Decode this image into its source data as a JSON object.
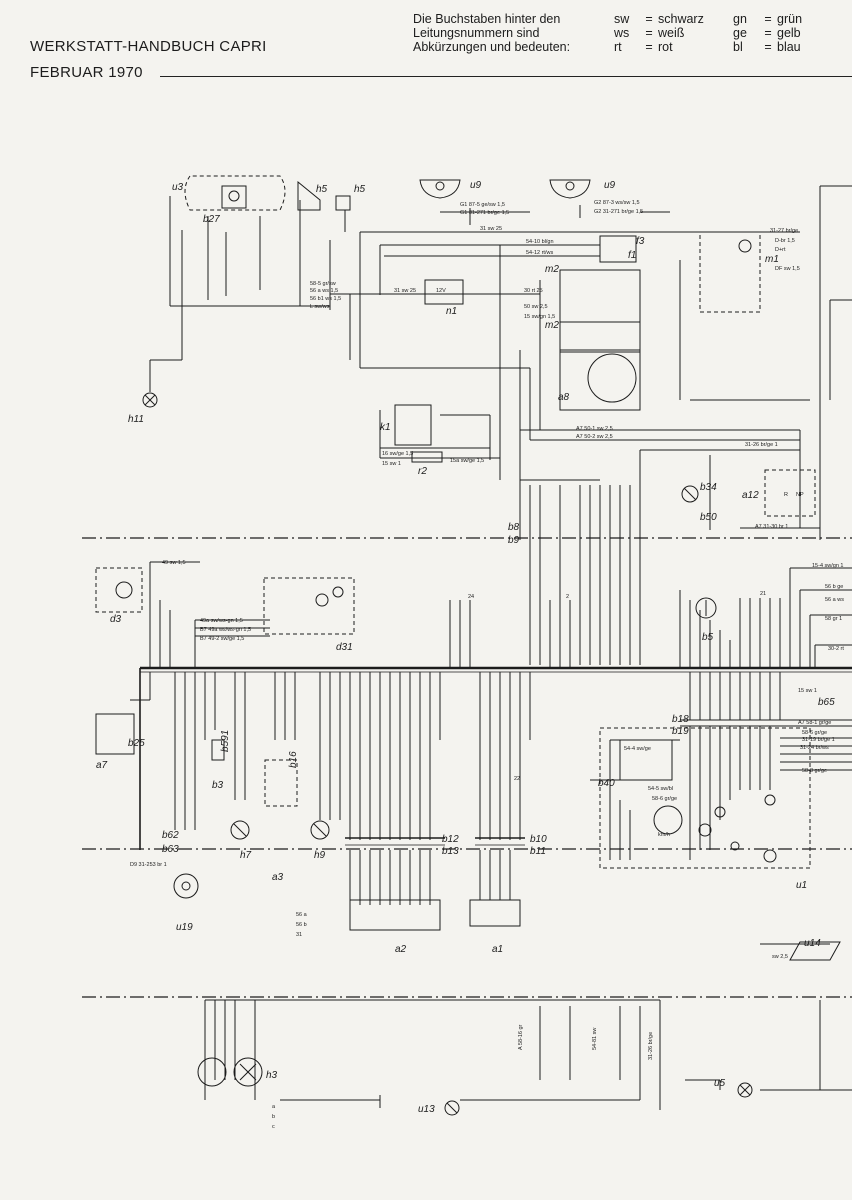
{
  "header": {
    "title": "WERKSTATT-HANDBUCH CAPRI",
    "date": "FEBRUAR 1970"
  },
  "legend": {
    "intro": [
      "Die Buchstaben hinter den",
      "Leitungsnummern sind",
      "Abkürzungen und bedeuten:"
    ],
    "colors_left": [
      {
        "code": "sw",
        "name": "schwarz"
      },
      {
        "code": "ws",
        "name": "weiß"
      },
      {
        "code": "rt",
        "name": "rot"
      }
    ],
    "colors_right": [
      {
        "code": "gn",
        "name": "grün"
      },
      {
        "code": "ge",
        "name": "gelb"
      },
      {
        "code": "bl",
        "name": "blau"
      }
    ],
    "equals": "="
  },
  "components": {
    "u3": "u3",
    "h5a": "h5",
    "h5b": "h5",
    "b27": "b27",
    "h11": "h11",
    "u9a": "u9",
    "u9b": "u9",
    "m1": "m1",
    "m2a": "m2",
    "m2b": "m2",
    "f1": "f1",
    "f3": "f3",
    "n1": "n1",
    "a8": "a8",
    "k1": "k1",
    "r2": "r2",
    "b34": "b34",
    "a12": "a12",
    "b50": "b50",
    "b8": "b8",
    "b9": "b9",
    "d3": "d3",
    "d31": "d31",
    "b5": "b5",
    "b65": "b65",
    "b25": "b25",
    "a7": "a7",
    "b591": "b591",
    "b3": "b3",
    "b16": "b16",
    "h7": "h7",
    "h9": "h9",
    "a3": "a3",
    "b62": "b62",
    "b63": "b63",
    "u19": "u19",
    "b12": "b12",
    "b13": "b13",
    "b10": "b10",
    "b11": "b11",
    "a2": "a2",
    "a1": "a1",
    "b18": "b18",
    "b19": "b19",
    "b40": "b40",
    "u1": "u1",
    "u14": "u14",
    "h3": "h3",
    "u5": "u5",
    "u13": "u13"
  },
  "wires": {
    "w1": "G1 87-5 ge/sw 1,5",
    "w2": "G1 31-271 br/ge 1,5",
    "w3": "G2 87-3 ws/sw 1,5",
    "w4": "G2 31-271 br/ge 1,5",
    "w5": "31 sw 25",
    "w6": "54-10 bl/gn",
    "w7": "54-12 rt/ws",
    "w8": "31-27 br/ge",
    "w9": "D-br 1,5",
    "w10": "D+rt",
    "w11": "DF sw 1,5",
    "w12": "58-5 gr/sw",
    "w13": "56 a ws 1,5",
    "w14": "56 b1 ws 1,5",
    "w15": "L sw/ws",
    "w16": "31 sw 25",
    "w17": "12V",
    "w18": "30 rt 25",
    "w19": "50 sw 2,5",
    "w20": "15 sw/gn 1,5",
    "w21": "A7 50-1 sw 2,5",
    "w22": "A7 50-2 sw 2,5",
    "w23": "16 sw/ge 1,5",
    "w24": "15 sw 1",
    "w25": "15a sw/ge 1,5",
    "w26": "31-26 br/ge 1",
    "w27": "A7 31-30 br 1",
    "w28": "49 sw 1,5",
    "w29": "49a sw/ws-gn 1,5",
    "w30": "B7 49a ws/ws-gn 1,5",
    "w31": "B7 49-2 sw/ge 1,5",
    "w32": "15-4 sw/gn 1",
    "w33": "56 b ge",
    "w34": "56 a ws",
    "w35": "58 gr 1",
    "w36": "30-2 rt",
    "w37": "15 sw 1",
    "w38": "A7 58-1 gr/ge",
    "w39": "58-6 gr/ge",
    "w40": "31-19 br/ge 1",
    "w41": "31-24 br/ws",
    "w42": "58-8 gr/ge",
    "w43": "54-4 sw/ge",
    "w44": "54-5 sw/bl",
    "w45": "58-6 gr/ge",
    "w46": "D9 31-253 br 1",
    "w47": "sw 2,5",
    "w48": "A 58-16 gr",
    "w49": "54-81 sw",
    "w50": "31-26 br/ge"
  },
  "markers": {
    "n24": "24",
    "n21": "21",
    "n22": "22",
    "n2": "2",
    "s56a": "56 a",
    "s56b": "56 b",
    "s31": "31",
    "sa": "a",
    "sb": "b",
    "sc": "c",
    "kmh": "km/h",
    "r": "R",
    "np": "NP"
  }
}
